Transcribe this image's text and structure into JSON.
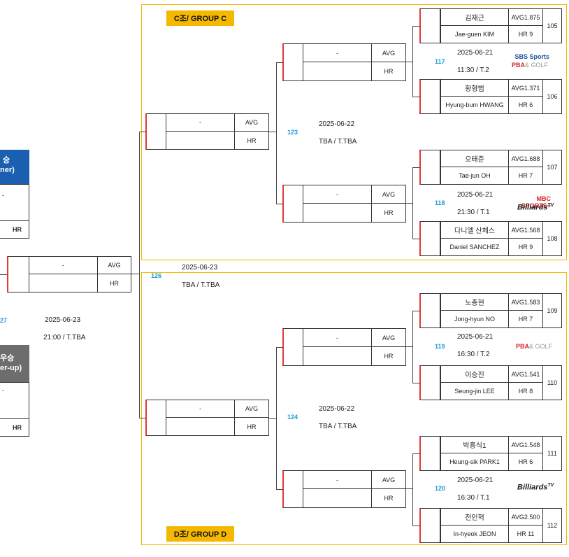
{
  "groups": {
    "c": {
      "label": "C조/ GROUP C"
    },
    "d": {
      "label": "D조/ GROUP D"
    }
  },
  "placeholder": "-",
  "avg_label": "AVG",
  "hr_label": "HR",
  "players": [
    {
      "kr": "김재근",
      "en": "Jae-guen KIM",
      "avg": "AVG1.875",
      "hr": "HR 9",
      "seed": "105"
    },
    {
      "kr": "황형범",
      "en": "Hyung-bum HWANG",
      "avg": "AVG1.371",
      "hr": "HR 6",
      "seed": "106"
    },
    {
      "kr": "오태준",
      "en": "Tae-jun OH",
      "avg": "AVG1.688",
      "hr": "HR 7",
      "seed": "107"
    },
    {
      "kr": "다니엘 산체스",
      "en": "Daniel SANCHEZ",
      "avg": "AVG1.568",
      "hr": "HR 9",
      "seed": "108"
    },
    {
      "kr": "노종현",
      "en": "Jong-hyun NO",
      "avg": "AVG1.583",
      "hr": "HR 7",
      "seed": "109"
    },
    {
      "kr": "이승진",
      "en": "Seung-jin LEE",
      "avg": "AVG1.541",
      "hr": "HR 8",
      "seed": "110"
    },
    {
      "kr": "박흥식1",
      "en": "Heung-sik PARK1",
      "avg": "AVG1.548",
      "hr": "HR 6",
      "seed": "111"
    },
    {
      "kr": "전인혁",
      "en": "In-hyeok JEON",
      "avg": "AVG2.500",
      "hr": "HR 11",
      "seed": "112"
    }
  ],
  "matches": {
    "m117": {
      "num": "117",
      "date": "2025-06-21",
      "time": "11:30 / T.2"
    },
    "m118": {
      "num": "118",
      "date": "2025-06-21",
      "time": "21:30 / T.1"
    },
    "m119": {
      "num": "119",
      "date": "2025-06-21",
      "time": "16:30 / T.2"
    },
    "m120": {
      "num": "120",
      "date": "2025-06-21",
      "time": "16:30 / T.1"
    },
    "m123": {
      "num": "123",
      "date": "2025-06-22",
      "time": "TBA / T.TBA"
    },
    "m124": {
      "num": "124",
      "date": "2025-06-22",
      "time": "TBA / T.TBA"
    },
    "m126": {
      "num": "126",
      "date": "2025-06-23",
      "time": "TBA / T.TBA"
    },
    "m127": {
      "num": "27",
      "date": "2025-06-23",
      "time": "21:00 / T.TBA"
    }
  },
  "final": {
    "winner_line1": "승",
    "winner_line2": "ner)",
    "runner_line1": "우승",
    "runner_line2": "er-up)",
    "dash": "-",
    "hr": "HR"
  },
  "broadcast": {
    "sbs_line1": "SBS Sports",
    "pba_main": "PBA",
    "pba_suffix": "& GOLF",
    "mbc_line1": "MBC SPORTS+",
    "billiards": "Billiards",
    "tv": "TV"
  },
  "colors": {
    "accent": "#f5b800",
    "winner": "#1a5fb0",
    "runner": "#6d6d6d",
    "number": "#1a9ad6",
    "bracket": "#e03a3a"
  }
}
